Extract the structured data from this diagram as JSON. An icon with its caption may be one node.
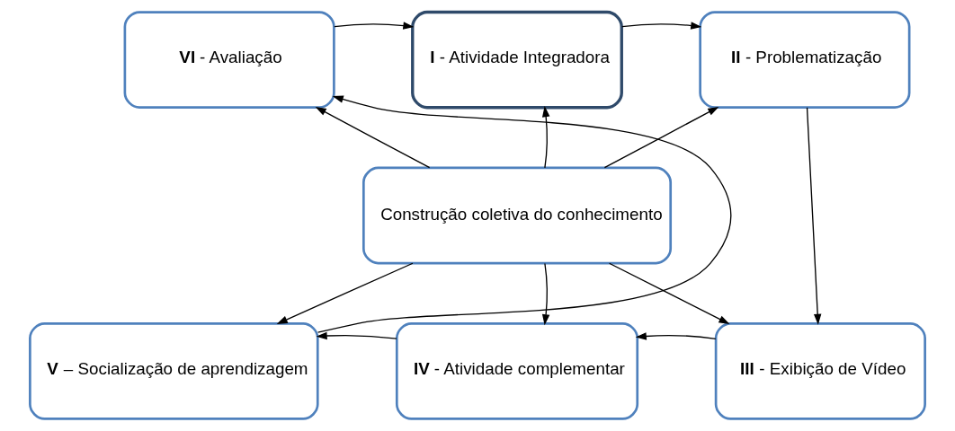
{
  "diagram": {
    "nodes": [
      {
        "text": [
          "**I** - Atividade Integradora"
        ]
      },
      {
        "text": [
          "**II** - Problematização"
        ]
      },
      {
        "text": [
          "**III** - Exibição de Vídeo"
        ]
      },
      {
        "text": [
          "**IV** - Atividade complementar"
        ]
      },
      {
        "text": [
          "**V** – Socialização de aprendizagem"
        ]
      },
      {
        "text": [
          "**VI** - Avaliação"
        ]
      },
      {
        "text": [
          "Construção coletiva do conhecimento"
        ]
      }
    ],
    "edges": [
      {
        "from": 5,
        "to": 0,
        "arrow": "to"
      },
      {
        "from": 0,
        "to": 1,
        "arrow": "to"
      },
      {
        "from": 1,
        "to": 2,
        "arrow": "to"
      },
      {
        "from": 2,
        "to": 3,
        "arrow": "to"
      },
      {
        "from": 3,
        "to": 4,
        "arrow": "to"
      },
      {
        "from": 4,
        "to": 5,
        "arrow": "to"
      },
      {
        "from": 6,
        "to": 0,
        "arrow": "to"
      },
      {
        "from": 6,
        "to": 1,
        "arrow": "to"
      },
      {
        "from": 6,
        "to": 2,
        "arrow": "to"
      },
      {
        "from": 6,
        "to": 3,
        "arrow": "to"
      },
      {
        "from": 6,
        "to": 4,
        "arrow": "to"
      },
      {
        "from": 6,
        "to": 5,
        "arrow": "to"
      }
    ]
  }
}
